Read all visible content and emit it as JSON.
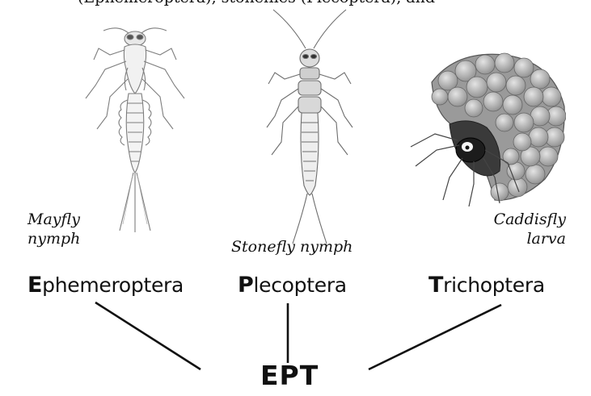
{
  "top_header_fragment": "(Ephemeroptera), stoneflies (Plecoptera), and",
  "images": [
    {
      "name": "mayfly-nymph-illustration",
      "caption_line1": "Mayfly",
      "caption_line2": "nymph"
    },
    {
      "name": "stonefly-nymph-illustration",
      "caption": "Stonefly nymph"
    },
    {
      "name": "caddisfly-larva-illustration",
      "caption_line1": "Caddisfly",
      "caption_line2": "larva"
    }
  ],
  "orders": [
    {
      "initial": "E",
      "rest": "phemeroptera"
    },
    {
      "initial": "P",
      "rest": "lecoptera"
    },
    {
      "initial": "T",
      "rest": "richoptera"
    }
  ],
  "acronym": "EPT",
  "colors": {
    "ink": "#111111",
    "sketch": "#8a8a8a",
    "case": "#9a9a9a",
    "case_dark": "#5e5e5e"
  }
}
